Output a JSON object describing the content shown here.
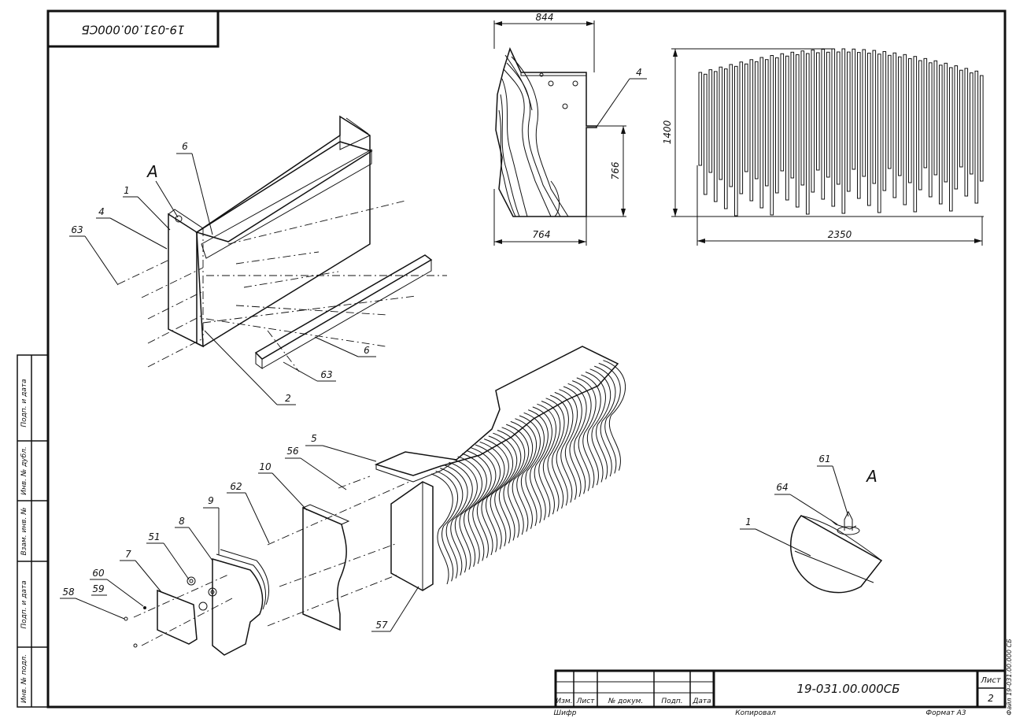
{
  "drawing": {
    "code_top": "19-031.00.000СБ",
    "code_title": "19-031.00.000СБ",
    "sheet_label": "Лист",
    "sheet_number": "2",
    "side_file": "Файл 19-031.00.000 СБ",
    "copied_label": "Копировал",
    "format_label": "Формат А3",
    "cipher_label": "Шифр"
  },
  "title_block": {
    "columns": [
      "Изм.",
      "Лист",
      "№ докум.",
      "Подп.",
      "Дата"
    ]
  },
  "side_strip": [
    "Подп. и дата",
    "Инв. № дубл.",
    "Взам. инв. №",
    "Подп. и дата",
    "Инв. № подл."
  ],
  "dimensions": {
    "side_width": "844",
    "side_height": "766",
    "side_base": "764",
    "front_height": "1400",
    "front_width": "2350"
  },
  "callouts": {
    "view_a": "А",
    "c1": "1",
    "c4": "4",
    "c63": "63",
    "c6": "6",
    "c6b": "6",
    "c63b": "63",
    "c2": "2",
    "c4_side": "4",
    "c5": "5",
    "c56": "56",
    "c10": "10",
    "c62": "62",
    "c9": "9",
    "c8": "8",
    "c51": "51",
    "c7": "7",
    "c60": "60",
    "c59": "59",
    "c58": "58",
    "c57": "57",
    "detail_a": "А",
    "d61": "61",
    "d64": "64",
    "d1": "1"
  }
}
